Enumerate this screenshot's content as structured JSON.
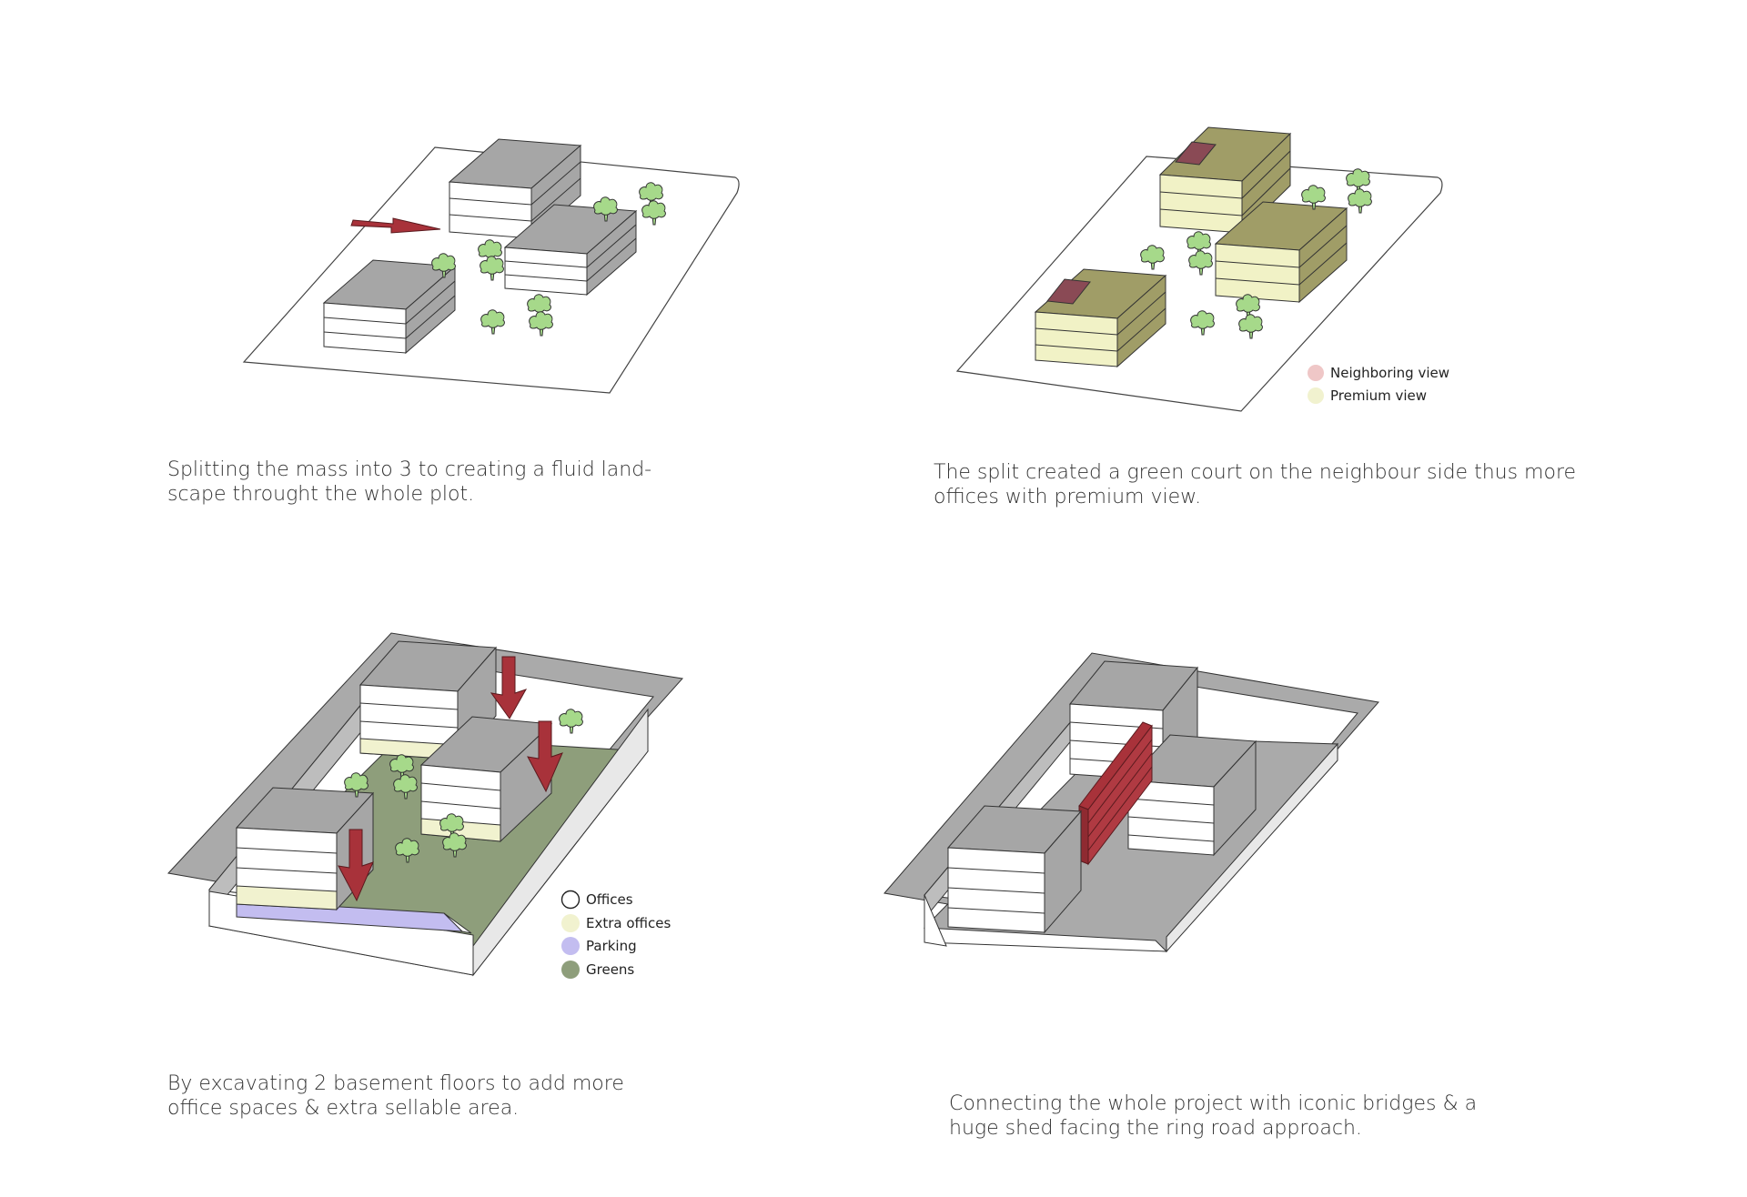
{
  "panels": [
    {
      "caption_lines": [
        "Splitting the mass into 3  to creating a fluid land-",
        "scape throught the whole plot."
      ]
    },
    {
      "caption_lines": [
        "The split created a green court on the neighbour side thus more",
        "offices with premium view."
      ],
      "legend": [
        {
          "label": "Neighboring view",
          "color": "#efc7c7"
        },
        {
          "label": "Premium view",
          "color": "#f1f2cf"
        }
      ]
    },
    {
      "caption_lines": [
        "By excavating 2 basement floors to add more",
        "office spaces & extra sellable area."
      ],
      "legend": [
        {
          "label": "Offices",
          "color": "#ffffff"
        },
        {
          "label": "Extra offices",
          "color": "#f1f2cf"
        },
        {
          "label": "Parking",
          "color": "#c3bdf0"
        },
        {
          "label": "Greens",
          "color": "#8e9e7b"
        }
      ]
    },
    {
      "caption_lines": [
        "Connecting the whole project with iconic bridges & a",
        "huge shed facing the ring road approach."
      ]
    }
  ],
  "colors": {
    "roof_gray": "#a6a6a6",
    "olive_roof": "#a09d67",
    "premium_yellow": "#f1f2c6",
    "neighbor_roof": "#8a4a55",
    "arrow_red": "#a8323a",
    "tree_green": "#a6d98a",
    "greens": "#8e9e7b",
    "parking": "#c3bdf0"
  }
}
